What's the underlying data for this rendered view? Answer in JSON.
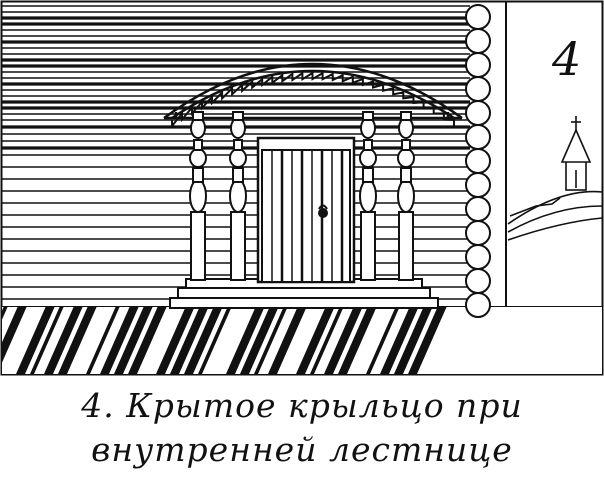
{
  "illustration": {
    "number_mark": "4",
    "caption": {
      "line1": "4. Крытое крыльцо при",
      "line2": "внутренней лестнице"
    },
    "colors": {
      "ink": "#111111",
      "paper": "#ffffff"
    }
  }
}
